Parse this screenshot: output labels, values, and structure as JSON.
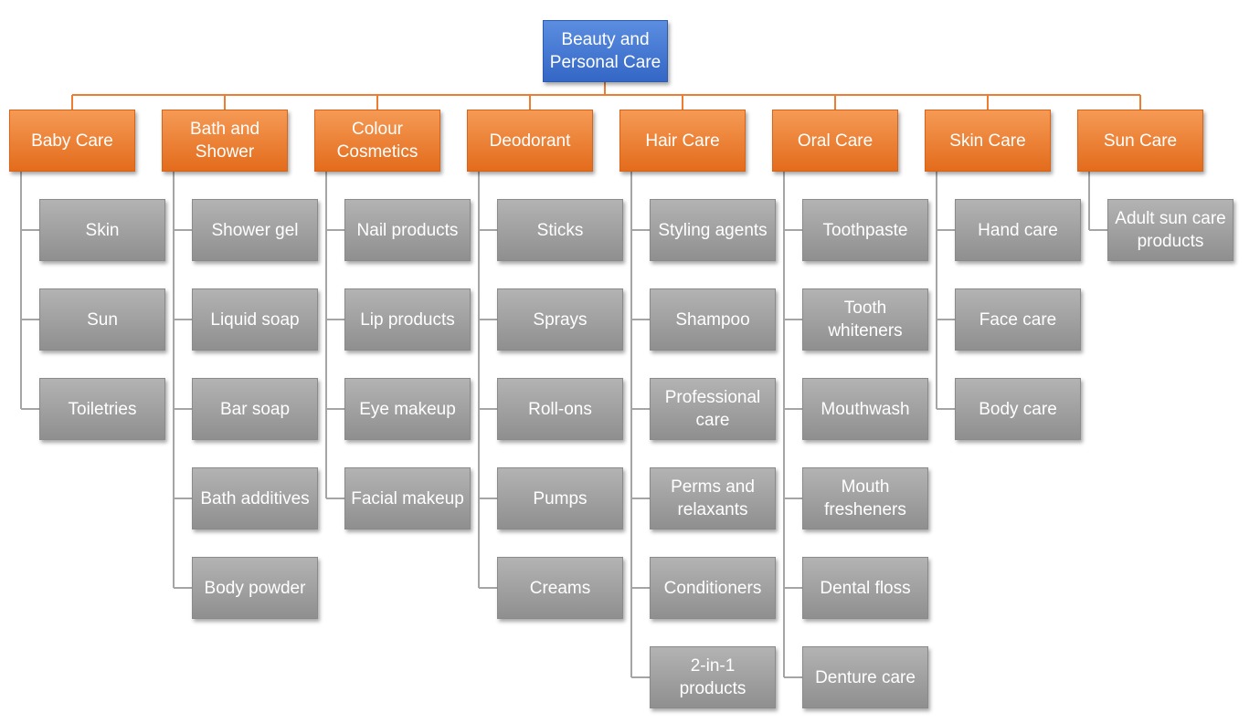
{
  "root": "Beauty and\nPersonal Care",
  "colors": {
    "root": "#4472C4",
    "category": "#ED7D31",
    "leaf": "#A5A5A5",
    "connector_root": "#ED7D31",
    "connector_leaf": "#A5A5A5"
  },
  "categories": [
    {
      "label": "Baby Care",
      "items": [
        "Skin",
        "Sun",
        "Toiletries"
      ]
    },
    {
      "label": "Bath and\nShower",
      "items": [
        "Shower gel",
        "Liquid soap",
        "Bar soap",
        "Bath additives",
        "Body powder"
      ]
    },
    {
      "label": "Colour\nCosmetics",
      "items": [
        "Nail products",
        "Lip products",
        "Eye makeup",
        "Facial makeup"
      ]
    },
    {
      "label": "Deodorant",
      "items": [
        "Sticks",
        "Sprays",
        "Roll-ons",
        "Pumps",
        "Creams"
      ]
    },
    {
      "label": "Hair Care",
      "items": [
        "Styling agents",
        "Shampoo",
        "Professional\ncare",
        "Perms and\nrelaxants",
        "Conditioners",
        "2-in-1\nproducts"
      ]
    },
    {
      "label": "Oral Care",
      "items": [
        "Toothpaste",
        "Tooth\nwhiteners",
        "Mouthwash",
        "Mouth\nfresheners",
        "Dental floss",
        "Denture care"
      ]
    },
    {
      "label": "Skin Care",
      "items": [
        "Hand care",
        "Face care",
        "Body care"
      ]
    },
    {
      "label": "Sun Care",
      "items": [
        "Adult sun care\nproducts"
      ]
    }
  ]
}
